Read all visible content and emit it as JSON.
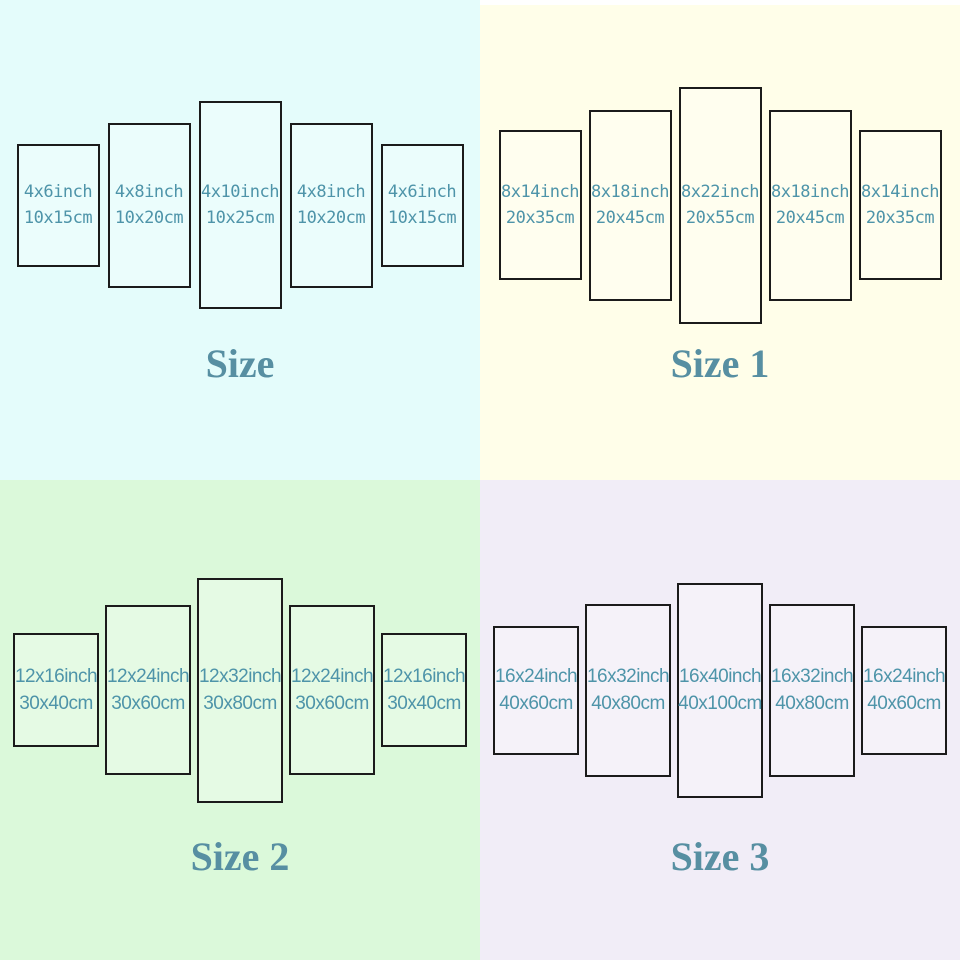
{
  "quadrants": [
    {
      "title": "Size",
      "panels": [
        {
          "inch": "4x6inch",
          "cm": "10x15cm"
        },
        {
          "inch": "4x8inch",
          "cm": "10x20cm"
        },
        {
          "inch": "4x10inch",
          "cm": "10x25cm"
        },
        {
          "inch": "4x8inch",
          "cm": "10x20cm"
        },
        {
          "inch": "4x6inch",
          "cm": "10x15cm"
        }
      ]
    },
    {
      "title": "Size 1",
      "panels": [
        {
          "inch": "8x14inch",
          "cm": "20x35cm"
        },
        {
          "inch": "8x18inch",
          "cm": "20x45cm"
        },
        {
          "inch": "8x22inch",
          "cm": "20x55cm"
        },
        {
          "inch": "8x18inch",
          "cm": "20x45cm"
        },
        {
          "inch": "8x14inch",
          "cm": "20x35cm"
        }
      ]
    },
    {
      "title": "Size 2",
      "panels": [
        {
          "inch": "12x16inch",
          "cm": "30x40cm"
        },
        {
          "inch": "12x24inch",
          "cm": "30x60cm"
        },
        {
          "inch": "12x32inch",
          "cm": "30x80cm"
        },
        {
          "inch": "12x24inch",
          "cm": "30x60cm"
        },
        {
          "inch": "12x16inch",
          "cm": "30x40cm"
        }
      ]
    },
    {
      "title": "Size 3",
      "panels": [
        {
          "inch": "16x24inch",
          "cm": "40x60cm"
        },
        {
          "inch": "16x32inch",
          "cm": "40x80cm"
        },
        {
          "inch": "16x40inch",
          "cm": "40x100cm"
        },
        {
          "inch": "16x32inch",
          "cm": "40x80cm"
        },
        {
          "inch": "16x24inch",
          "cm": "40x60cm"
        }
      ]
    }
  ],
  "colors": {
    "quadrant_backgrounds": [
      "#e4fcfb",
      "#fffee9",
      "#dbf9da",
      "#f1edf7"
    ],
    "label_text": "#4e94a9",
    "title_text": "#578fa2",
    "panel_border": "#1b1b1b"
  }
}
